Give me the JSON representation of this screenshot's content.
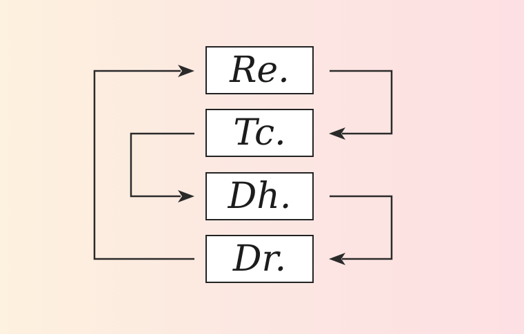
{
  "diagram": {
    "boxes": {
      "re": "Re.",
      "tc": "Tc.",
      "dh": "Dh.",
      "dr": "Dr."
    }
  },
  "colors": {
    "background_left": "#fdf1df",
    "background_right": "#fde0e3",
    "line": "#2a2a2a",
    "box_fill": "#ffffff"
  }
}
